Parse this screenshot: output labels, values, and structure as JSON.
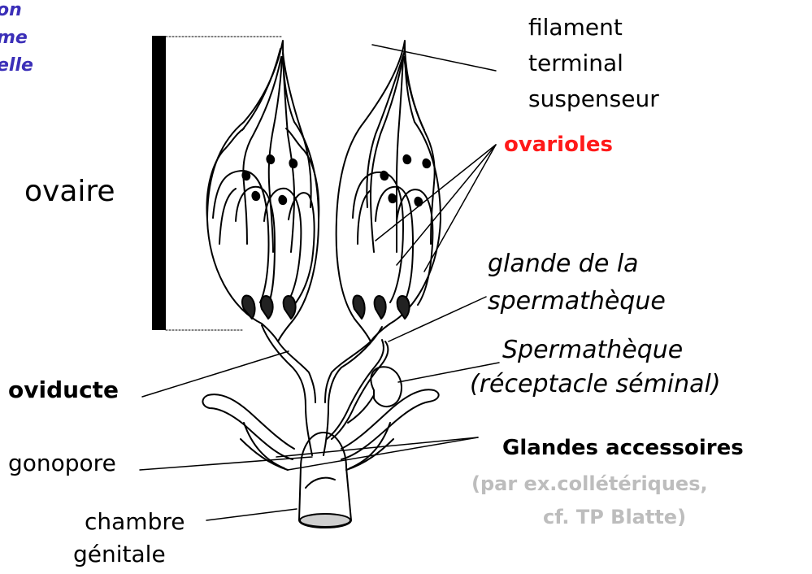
{
  "title_fragment": [
    "on",
    "me",
    "elle"
  ],
  "labels": {
    "ovaire": "ovaire",
    "filament_1": "filament",
    "filament_2": "terminal",
    "filament_3": "suspenseur",
    "ovarioles": "ovarioles",
    "glande_1": "glande de la",
    "glande_2": "spermathèque",
    "spermatheque_1": "Spermathèque",
    "spermatheque_2": "(réceptacle séminal)",
    "oviducte": "oviducte",
    "gonopore": "gonopore",
    "glandes_1": "Glandes accessoires",
    "glandes_2": "(par ex.collétériques,",
    "glandes_3": "cf. TP Blatte)",
    "chambre_1": "chambre",
    "chambre_2": "génitale"
  },
  "colors": {
    "title": "#3b2fb8",
    "ovarioles": "#ff1a1a",
    "glandes_note": "#bdbdbd",
    "line": "#000000"
  }
}
